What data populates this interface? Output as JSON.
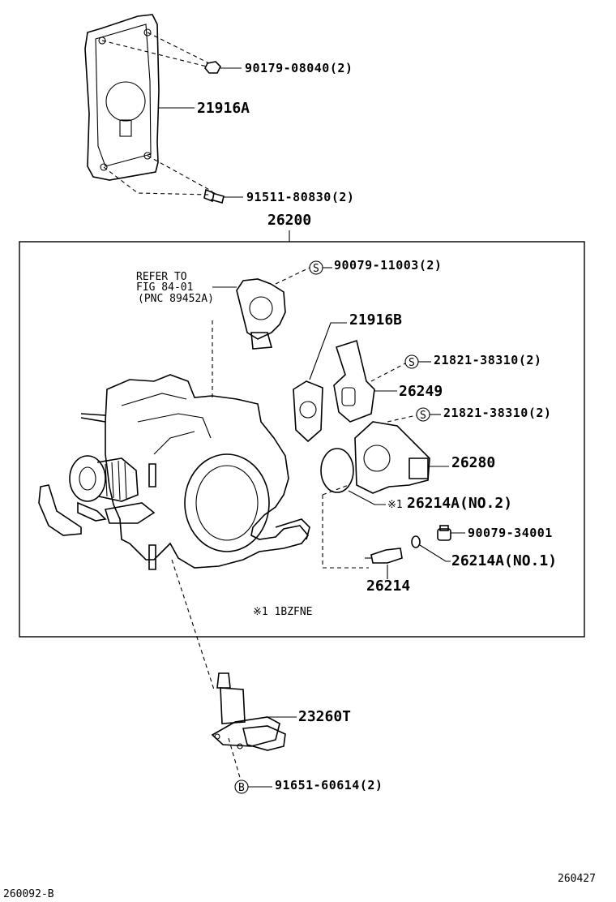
{
  "labels": {
    "nut_bracket": "90179-08040(2)",
    "bracket": "21916A",
    "bolt_bracket": "91511-80830(2)",
    "assembly": "26200",
    "refer_line1": "REFER TO",
    "refer_line2": "FIG 84-01",
    "refer_line3": "(PNC 89452A)",
    "screw_sensor": "90079-11003(2)",
    "gasket": "21916B",
    "screw_cover": "21821-38310(2)",
    "water_cover": "26249",
    "screw_valve": "21821-38310(2)",
    "valve": "26280",
    "oring_no2": "26214A(NO.2)",
    "oring_no2_prefix": "※1",
    "plug": "90079-34001",
    "oring_no1": "26214A(NO.1)",
    "sensor_26214": "26214",
    "note": "※1 1BZFNE",
    "dashpot": "23260T",
    "bolt_dashpot": "91651-60614(2)",
    "circle_s": "S",
    "circle_b": "B",
    "footer_left": "260092-B",
    "footer_right": "260427"
  }
}
